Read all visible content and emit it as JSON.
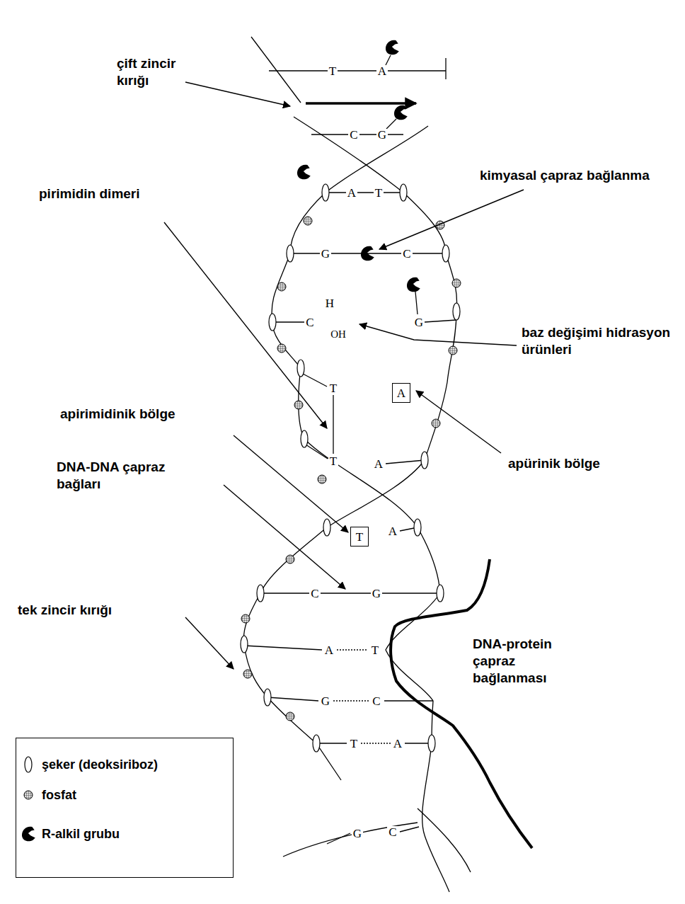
{
  "diagram": {
    "nodes": [
      {
        "text": [
          "A"
        ]
      },
      {
        "text": [
          "T"
        ]
      }
    ],
    "labels": [
      "çift zincir kırığı",
      "kimyasal çapraz bağlanma",
      "pirimidin dimeri",
      "baz değişimi hidrasyon ürünleri",
      "apürinik bölge",
      "apirimidinik bölge",
      "DNA-DNA çapraz bağları",
      "tek zincir kırığı",
      "DNA-protein çapraz bağlanması",
      "T",
      "A",
      "C",
      "G",
      "A",
      "T",
      "G",
      "C",
      "C",
      "H",
      "OH",
      "G",
      "T",
      "T",
      "A",
      "A",
      "C",
      "G",
      "A",
      "T",
      "G",
      "C",
      "T",
      "A",
      "G",
      "C"
    ],
    "legend": [
      {
        "text": "şeker (deoksiriboz)"
      },
      {
        "text": "fosfat"
      },
      {
        "text": "R-alkil grubu"
      }
    ]
  }
}
